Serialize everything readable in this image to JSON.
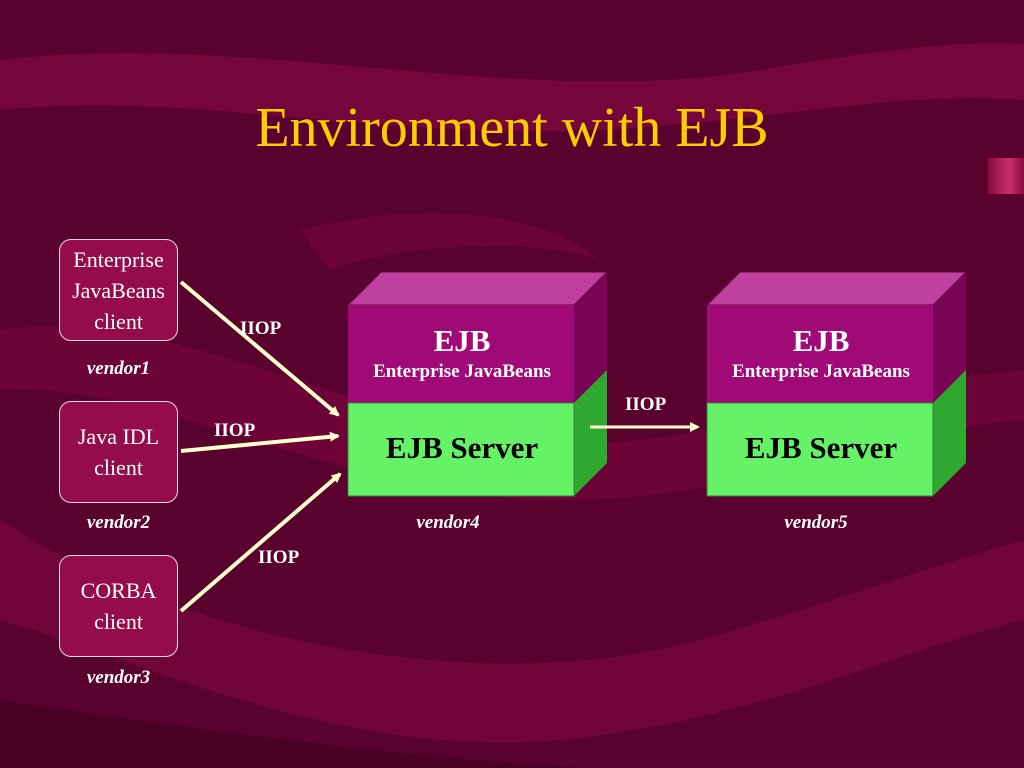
{
  "title": "Environment with EJB",
  "clients": [
    {
      "lines": [
        "Enterprise",
        "JavaBeans",
        "client"
      ],
      "vendor": "vendor1"
    },
    {
      "lines": [
        "Java IDL",
        "client"
      ],
      "vendor": "vendor2"
    },
    {
      "lines": [
        "CORBA",
        "client"
      ],
      "vendor": "vendor3"
    }
  ],
  "protocols": {
    "client1": "IIOP",
    "client2": "IIOP",
    "client3": "IIOP",
    "server_link": "IIOP"
  },
  "servers": [
    {
      "ejb_label": "EJB",
      "ejb_subtitle": "Enterprise JavaBeans",
      "server_label": "EJB Server",
      "vendor": "vendor4"
    },
    {
      "ejb_label": "EJB",
      "ejb_subtitle": "Enterprise JavaBeans",
      "server_label": "EJB Server",
      "vendor": "vendor5"
    }
  ],
  "colors": {
    "background": "#5c0230",
    "title": "#ffcc00",
    "ejb_box": "#a00a76",
    "server_box": "#66f266",
    "arrow": "#ffffcc"
  }
}
